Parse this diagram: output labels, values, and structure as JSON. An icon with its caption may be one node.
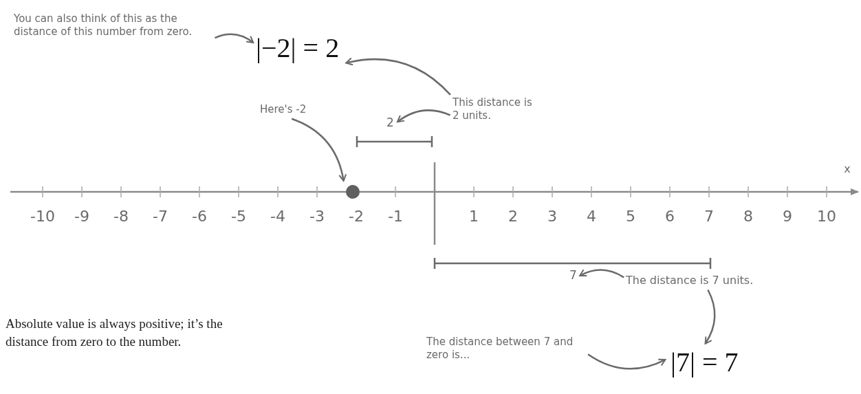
{
  "diagram": {
    "nodes": [
      {
        "text": [
          "You can also think of this as the distance of this number from zero."
        ]
      },
      {
        "text": [
          "|−2| = 2"
        ]
      },
      {
        "text": [
          "This distance is 2 units."
        ]
      },
      {
        "text": [
          "2"
        ]
      },
      {
        "text": [
          "Here's -2"
        ]
      },
      {
        "text": [],
        "shape": "circle"
      },
      {
        "text": [
          "7"
        ]
      },
      {
        "text": [
          "The distance is 7 units."
        ]
      },
      {
        "text": [
          "|7| = 7"
        ]
      },
      {
        "text": [
          "The distance between 7 and zero is..."
        ]
      }
    ],
    "edges": [
      {
        "from": 0,
        "to": 1,
        "arrow": "to"
      },
      {
        "from": 2,
        "to": 1,
        "arrow": "to"
      },
      {
        "from": 2,
        "to": 3,
        "arrow": "to"
      },
      {
        "from": 4,
        "to": 5,
        "arrow": "to"
      },
      {
        "from": 7,
        "to": 6,
        "arrow": "to"
      },
      {
        "from": 7,
        "to": 8,
        "arrow": "to"
      },
      {
        "from": 9,
        "to": 8,
        "arrow": "to"
      }
    ],
    "labels": [
      "x",
      "-10",
      "-9",
      "-8",
      "-7",
      "-6",
      "-5",
      "-4",
      "-3",
      "-2",
      "-1",
      "1",
      "2",
      "3",
      "4",
      "5",
      "6",
      "7",
      "8",
      "9",
      "10",
      "Absolute value is always positive; it’s the distance from zero to the number."
    ]
  }
}
